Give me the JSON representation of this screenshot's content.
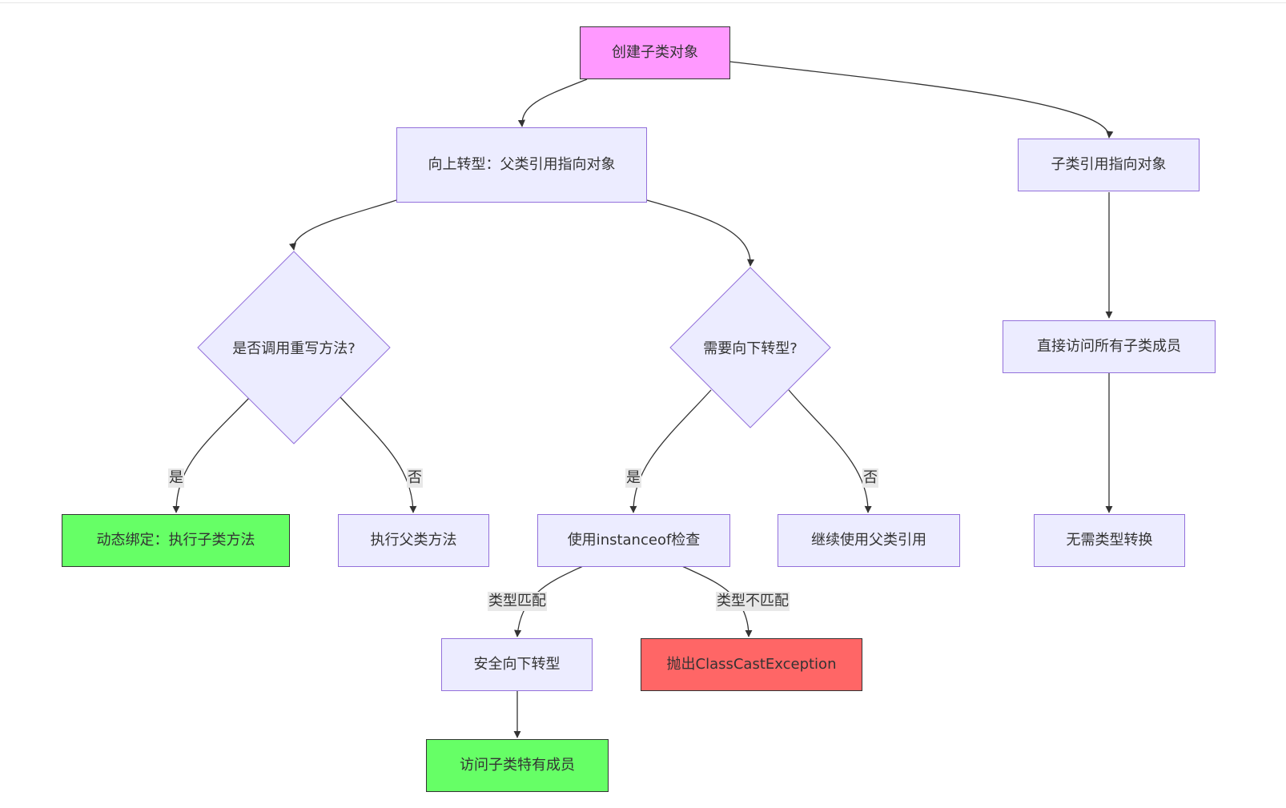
{
  "nodes": {
    "create_subclass_object": "创建子类对象",
    "upcast": "向上转型：父类引用指向对象",
    "subclass_ref": "子类引用指向对象",
    "call_override_q": "是否调用重写方法?",
    "need_downcast_q": "需要向下转型?",
    "direct_access": "直接访问所有子类成员",
    "dynamic_binding": "动态绑定：执行子类方法",
    "exec_parent_method": "执行父类方法",
    "use_instanceof": "使用instanceof检查",
    "keep_parent_ref": "继续使用父类引用",
    "no_conversion": "无需类型转换",
    "safe_downcast": "安全向下转型",
    "throw_exception": "抛出ClassCastException",
    "access_subclass_members": "访问子类特有成员"
  },
  "edge_labels": {
    "yes_1": "是",
    "no_1": "否",
    "yes_2": "是",
    "no_2": "否",
    "type_match": "类型匹配",
    "type_mismatch": "类型不匹配"
  },
  "colors": {
    "default_fill": "#ececff",
    "default_stroke": "#9370db",
    "start_fill": "#ff99ff",
    "success_fill": "#66ff66",
    "error_fill": "#ff6666",
    "edge": "#333333"
  }
}
